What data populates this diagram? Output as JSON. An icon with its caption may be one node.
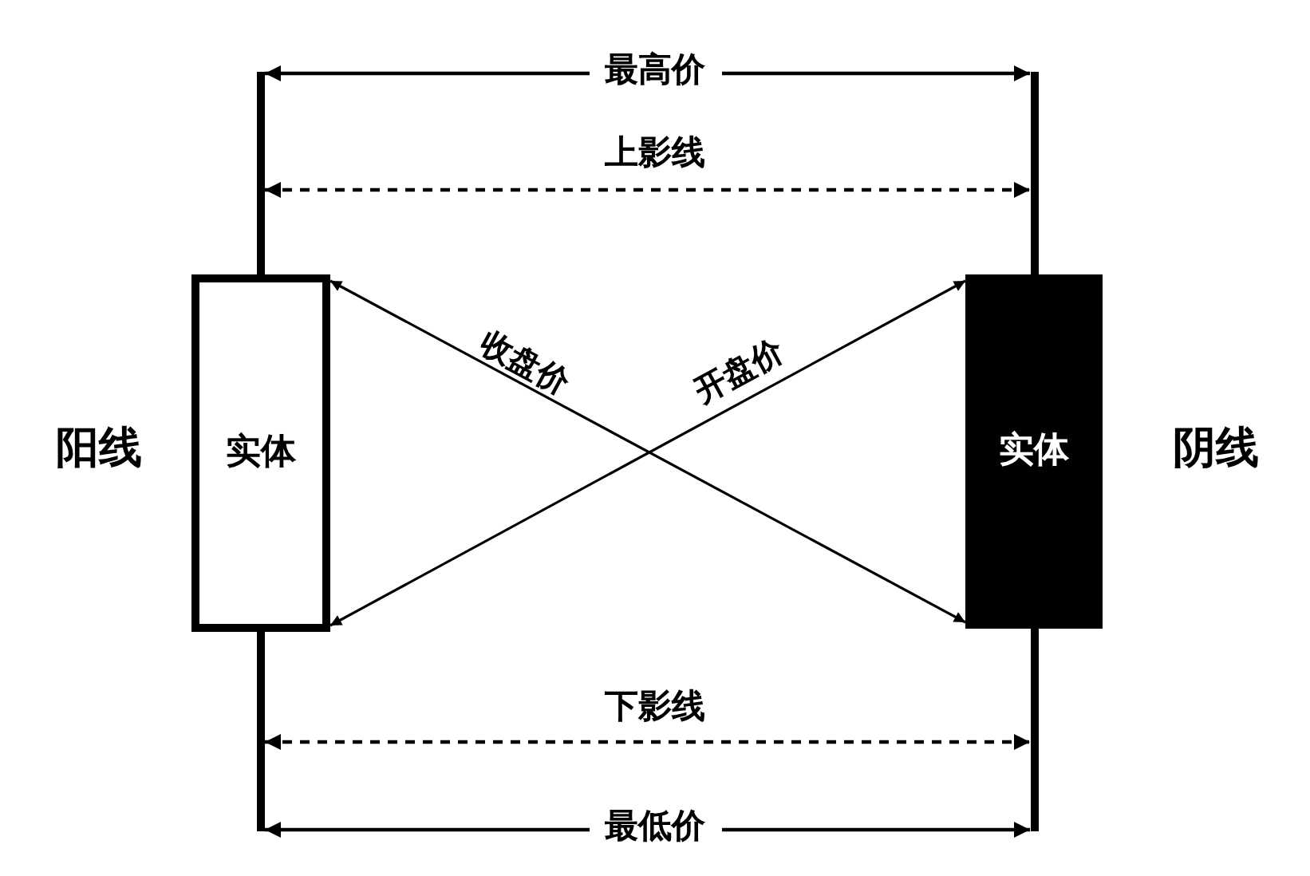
{
  "diagram": {
    "nodes": [
      {
        "text": [],
        "shape": "bar"
      },
      {
        "text": [],
        "shape": "bar"
      },
      {
        "text": [
          "实体"
        ],
        "beside": [
          "阳线"
        ]
      },
      {
        "text": [
          "实体"
        ],
        "beside": [
          "阴线"
        ]
      },
      {
        "text": [],
        "shape": "bar"
      },
      {
        "text": [],
        "shape": "bar"
      }
    ],
    "edges": [
      {
        "from": 0,
        "to": 1,
        "arrow": "both",
        "label": "最高价"
      },
      {
        "from": 0,
        "to": 1,
        "arrow": "both",
        "label": "上影线",
        "style": "dashed"
      },
      {
        "from": 2,
        "to": 3,
        "arrow": "both",
        "label": "收盘价"
      },
      {
        "from": 2,
        "to": 3,
        "arrow": "both",
        "label": "开盘价"
      },
      {
        "from": 4,
        "to": 5,
        "arrow": "both",
        "label": "下影线",
        "style": "dashed"
      },
      {
        "from": 4,
        "to": 5,
        "arrow": "both",
        "label": "最低价"
      }
    ]
  }
}
